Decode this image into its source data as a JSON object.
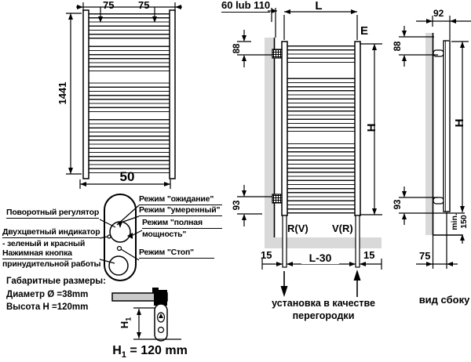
{
  "front_view": {
    "dim_bracket_left": "75",
    "dim_bracket_right": "75",
    "dim_height": "1441",
    "dim_width": "50"
  },
  "partition_view": {
    "dim_wall_distance": "60 lub 110",
    "dim_length": "L",
    "label_e": "E",
    "dim_top_connection": "88",
    "dim_height": "H",
    "dim_bottom_connection": "93",
    "connection_left": "R(V)",
    "connection_right": "V(R)",
    "dim_offset_left": "15",
    "dim_center": "L-30",
    "dim_offset_right": "15",
    "caption_line1": "установка в качестве",
    "caption_line2": "перегородки"
  },
  "side_view": {
    "dim_depth": "92",
    "dim_top_connection": "88",
    "dim_height": "H",
    "dim_bottom_connection": "93",
    "dim_min_clearance_line1": "min.",
    "dim_min_clearance_line2": "150",
    "dim_axis_to_wall": "75",
    "caption": "вид сбоку"
  },
  "control_unit": {
    "label_rotary_knob": "Поворотный регулятор",
    "label_indicator_line1": "Двухцветный индикатор",
    "label_indicator_line2": "- зеленый и красный",
    "label_push_button_line1": "Нажимная кнопка",
    "label_push_button_line2": "принудительной работы",
    "mode_standby": "Режим \"ожидание\"",
    "mode_moderate": "Режим \"умеренный\"",
    "mode_full_line1": "Режим \"полная",
    "mode_full_line2": "мощность\"",
    "mode_stop": "Режим \"Стоп\""
  },
  "overall_dimensions": {
    "title": "Габаритные размеры:",
    "diameter": "Диаметр Ø =38mm",
    "height": "Высота H =120mm"
  },
  "h1_drawing": {
    "symbol": "H",
    "subscript": "1",
    "caption_rest": " = 120 mm"
  },
  "colors": {
    "line": "#000000",
    "wall_fill": "#d9d9d9"
  }
}
